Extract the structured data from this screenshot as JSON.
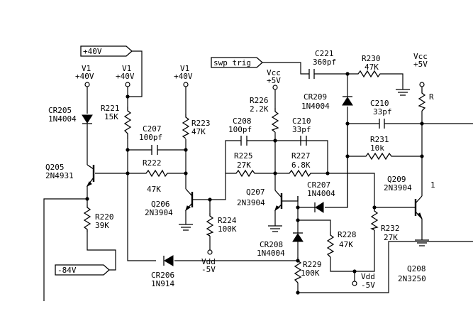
{
  "ports": {
    "plus40": "+40V",
    "swp": "swp trig",
    "minus84": "-84V"
  },
  "supplies": {
    "v1": "V1",
    "plus40v": "+40V",
    "vcc": "Vcc",
    "plus5v": "+5V",
    "vdd": "Vdd",
    "minus5v": "-5V"
  },
  "components": {
    "CR205": {
      "ref": "CR205",
      "value": "1N4004"
    },
    "CR206": {
      "ref": "CR206",
      "value": "1N914"
    },
    "CR207": {
      "ref": "CR207",
      "value": "1N4004"
    },
    "CR208": {
      "ref": "CR208",
      "value": "1N4004"
    },
    "CR209": {
      "ref": "CR209",
      "value": "1N4004"
    },
    "Q205": {
      "ref": "Q205",
      "value": "2N4931"
    },
    "Q206": {
      "ref": "Q206",
      "value": "2N3904"
    },
    "Q207": {
      "ref": "Q207",
      "value": "2N3904"
    },
    "Q208": {
      "ref": "Q208",
      "value": "2N3250"
    },
    "Q209": {
      "ref": "Q209",
      "value": "2N3904"
    },
    "R220": {
      "ref": "R220",
      "value": "39K"
    },
    "R221": {
      "ref": "R221",
      "value": "15K"
    },
    "R222": {
      "ref": "R222",
      "value": "47K"
    },
    "R223": {
      "ref": "R223",
      "value": "47K"
    },
    "R224": {
      "ref": "R224",
      "value": "100K"
    },
    "R225": {
      "ref": "R225",
      "value": "27K"
    },
    "R226": {
      "ref": "R226",
      "value": "2.2K"
    },
    "R227": {
      "ref": "R227",
      "value": "6.8K"
    },
    "R228": {
      "ref": "R228",
      "value": "47K"
    },
    "R229": {
      "ref": "R229",
      "value": "100K"
    },
    "R230": {
      "ref": "R230",
      "value": "47K"
    },
    "R231": {
      "ref": "R231",
      "value": "10k"
    },
    "R232": {
      "ref": "R232",
      "value": "27K"
    },
    "C207": {
      "ref": "C207",
      "value": "100pf"
    },
    "C208": {
      "ref": "C208",
      "value": "100pf"
    },
    "C210a": {
      "ref": "C210",
      "value": "33pf"
    },
    "C210b": {
      "ref": "C210",
      "value": "33pf"
    },
    "C221": {
      "ref": "C221",
      "value": "360pf"
    }
  },
  "partial_labels": {
    "edge_r": "R",
    "edge_1": "1"
  }
}
